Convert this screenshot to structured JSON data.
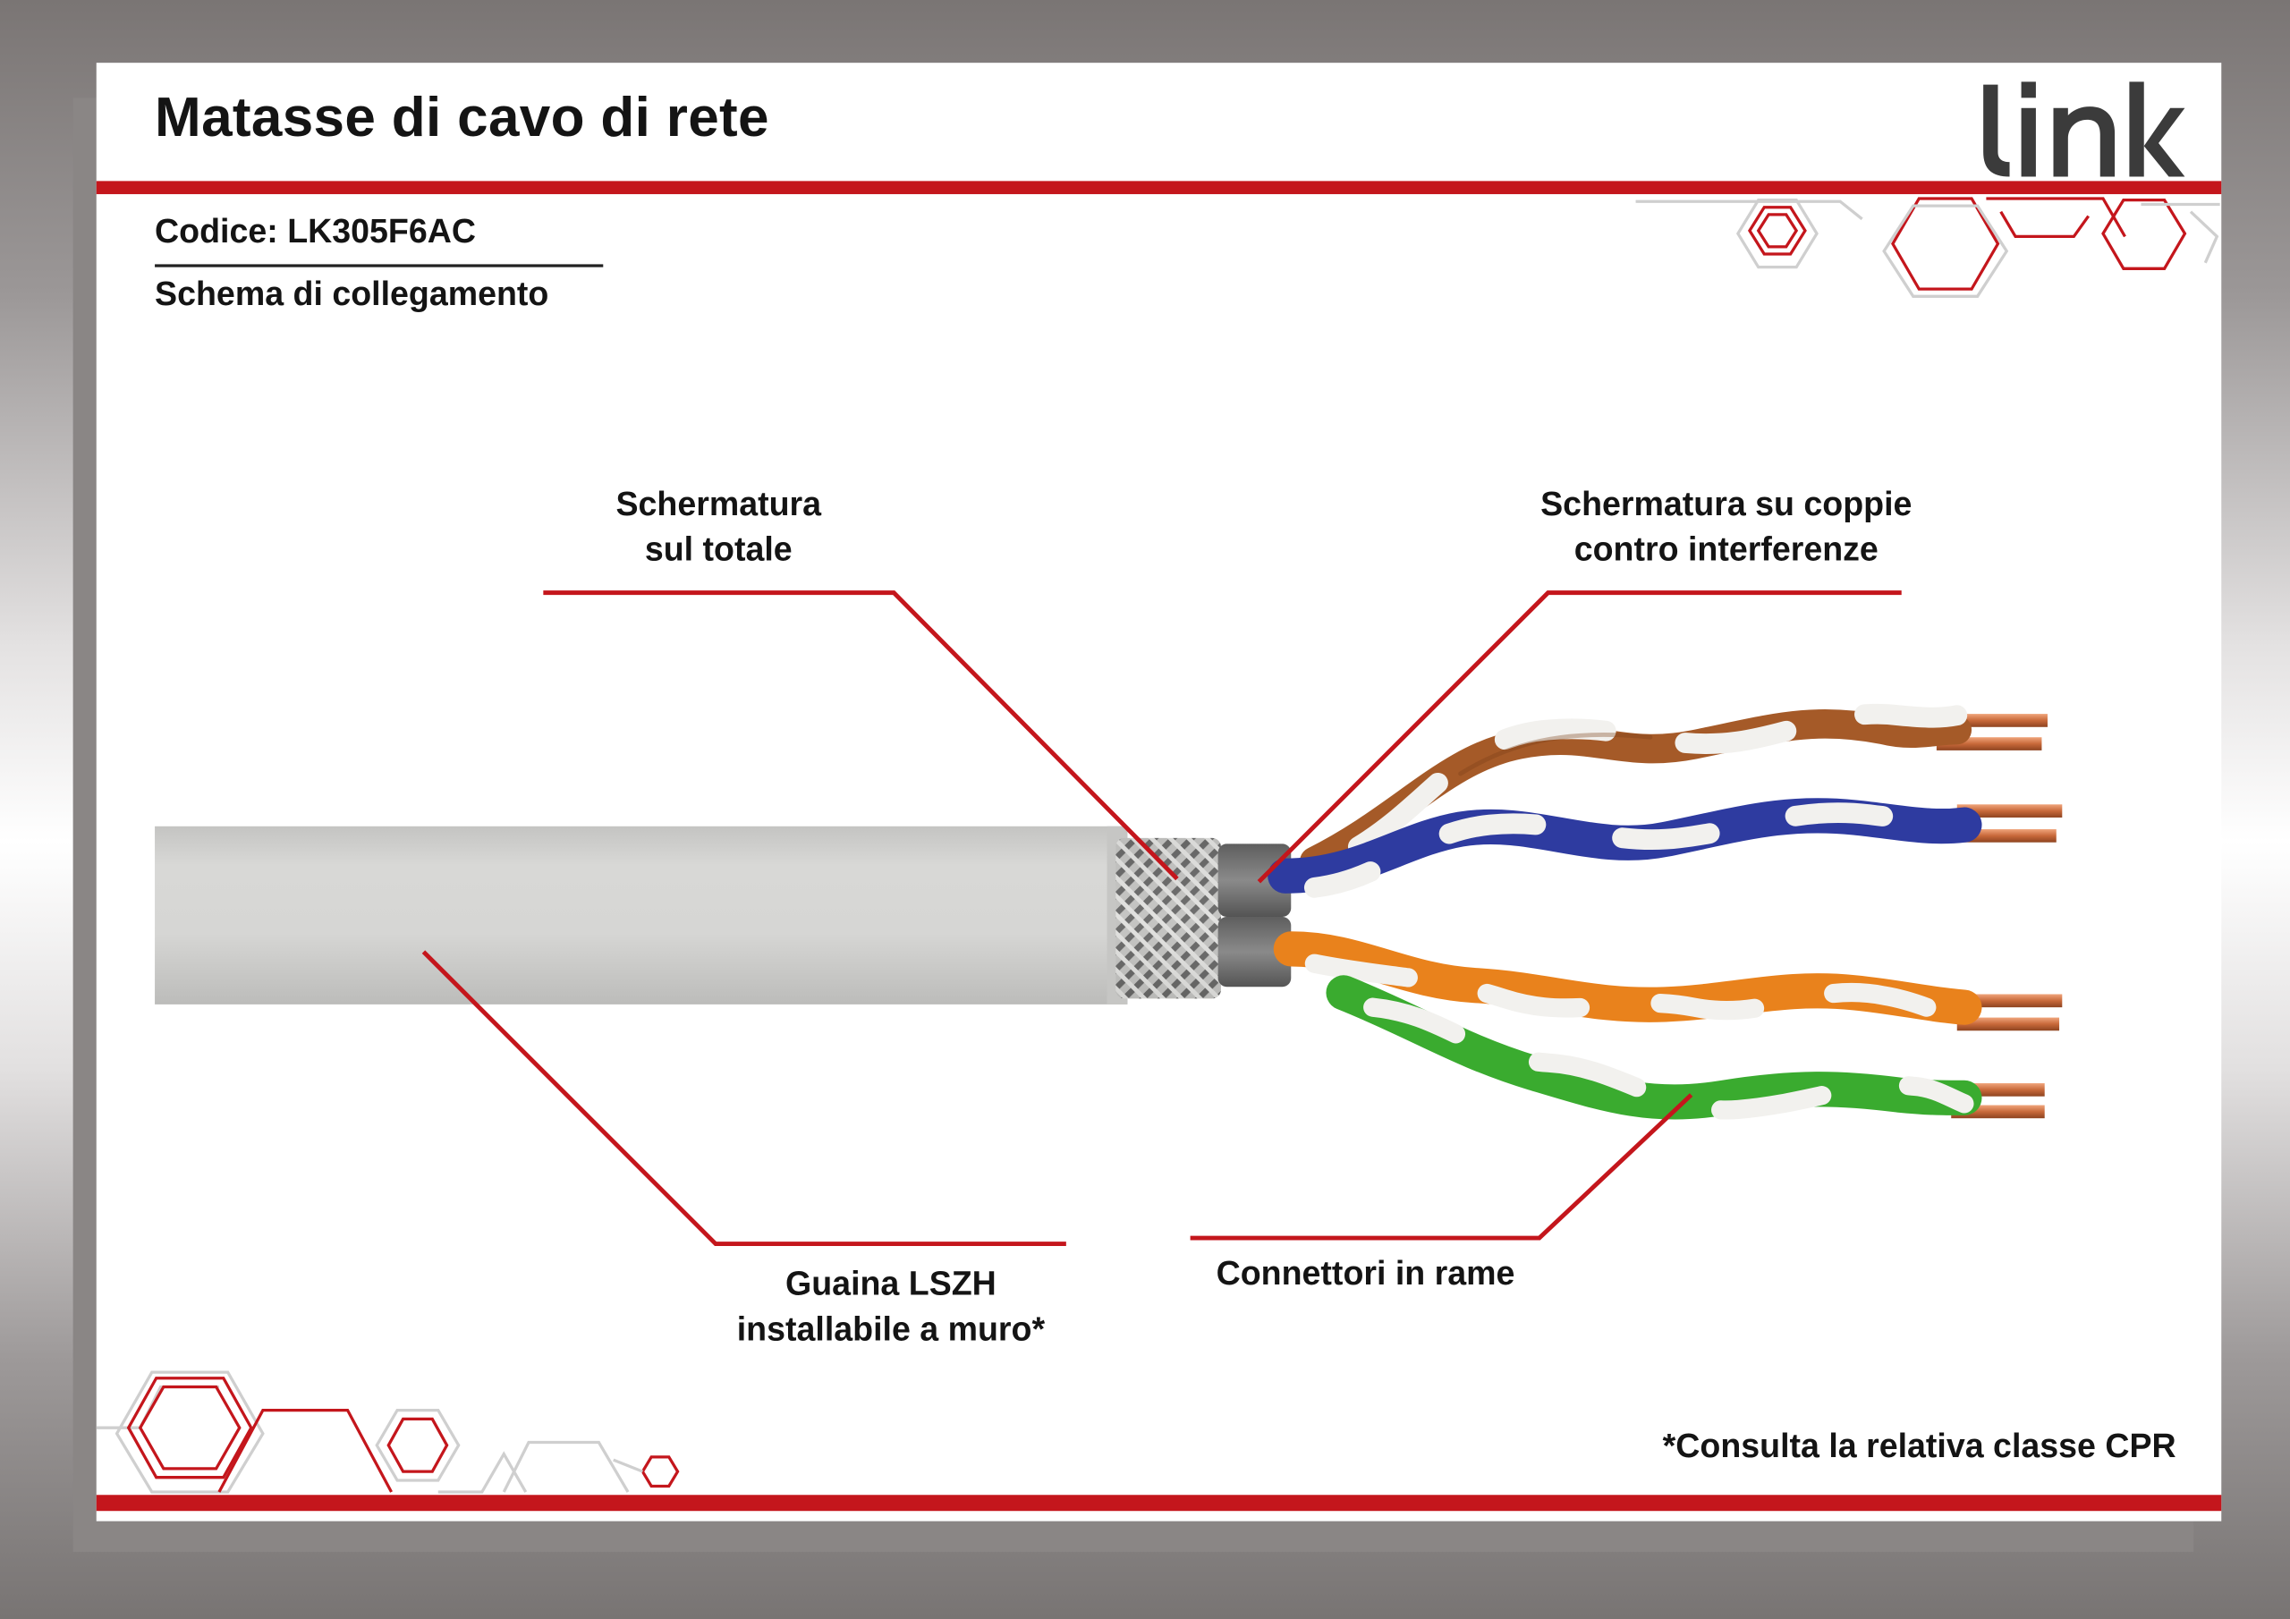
{
  "header": {
    "title": "Matasse di cavo di rete",
    "logo_text": "link"
  },
  "info": {
    "code": "Codice: LK305F6AC",
    "subtitle": "Schema di collegamento"
  },
  "callouts": {
    "overall_shield": [
      "Schermatura",
      "sul totale"
    ],
    "pair_shield": [
      "Schermatura su coppie",
      "contro interferenze"
    ],
    "sheath": [
      "Guaina LSZH",
      "installabile a muro*"
    ],
    "copper": [
      "Connettori in rame"
    ]
  },
  "footnote": "*Consulta la relativa classe CPR",
  "colors": {
    "accent_red": "#c4161c",
    "dark_text": "#141414",
    "logo_gray": "#3b3b3b",
    "jacket_gray": "#d3d3d1",
    "pair_brown": "#a55a28",
    "pair_blue": "#2e3ba0",
    "pair_orange": "#e9821c",
    "pair_green": "#3aab2f",
    "copper": "#c8693a"
  },
  "wire_pairs": [
    "brown",
    "blue",
    "orange",
    "green"
  ]
}
